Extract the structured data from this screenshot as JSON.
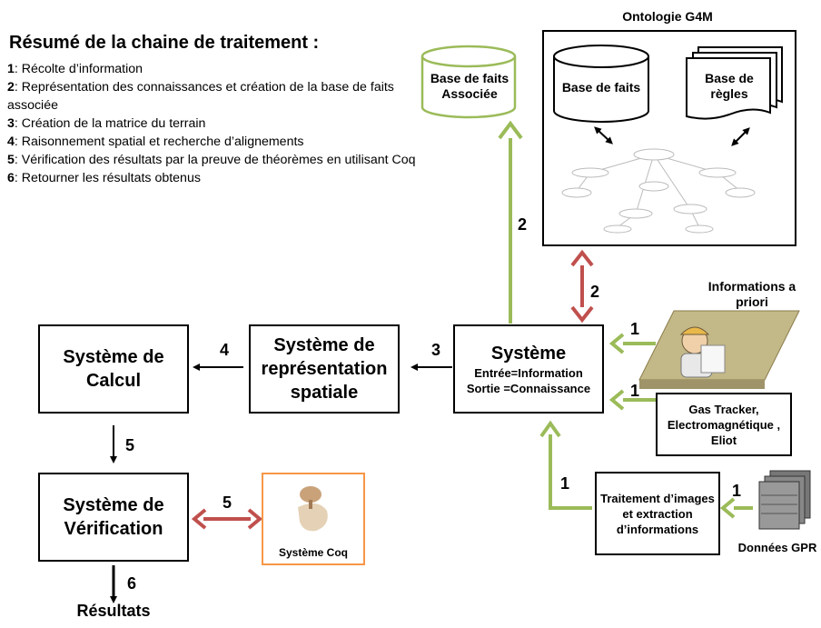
{
  "summary": {
    "title": "Résumé de la chaine de traitement :",
    "steps": [
      {
        "num": "1",
        "text": ": Récolte d’information"
      },
      {
        "num": "2",
        "text": ": Représentation des connaissances et création de la base de faits associée"
      },
      {
        "num": "3",
        "text": ": Création de la matrice du terrain"
      },
      {
        "num": "4",
        "text": ": Raisonnement spatial et recherche d’alignements"
      },
      {
        "num": "5",
        "text": ": Vérification des résultats par la preuve de théorèmes en utilisant Coq"
      },
      {
        "num": "6",
        "text": ": Retourner les résultats obtenus"
      }
    ]
  },
  "ontology": {
    "title": "Ontologie G4M",
    "base_faits": "Base de faits",
    "base_regles": "Base de règles"
  },
  "base_faits_associee": "Base de faits Associée",
  "systeme": {
    "title": "Système",
    "line1": "Entrée=Information",
    "line2": "Sortie =Connaissance"
  },
  "representation": "Système de représentation spatiale",
  "calcul": "Système de Calcul",
  "verification": "Système de Vérification",
  "coq": "Système Coq",
  "resultats": "Résultats",
  "informations": "Informations a priori",
  "gas_tracker": "Gas Tracker, Electromagnétique , Eliot",
  "traitement": "Traitement d’images et extraction d’informations",
  "donnees_gpr": "Données GPR",
  "arrow_labels": {
    "a1_info": "1",
    "a1_gas": "1",
    "a1_traitement": "1",
    "a1_gpr": "1",
    "a2_base": "2",
    "a2_onto": "2",
    "a3": "3",
    "a4": "4",
    "a5_down": "5",
    "a5_coq": "5",
    "a6": "6"
  },
  "colors": {
    "green": "#9bbb59",
    "red": "#c0504d",
    "coq_border": "#f79646"
  }
}
